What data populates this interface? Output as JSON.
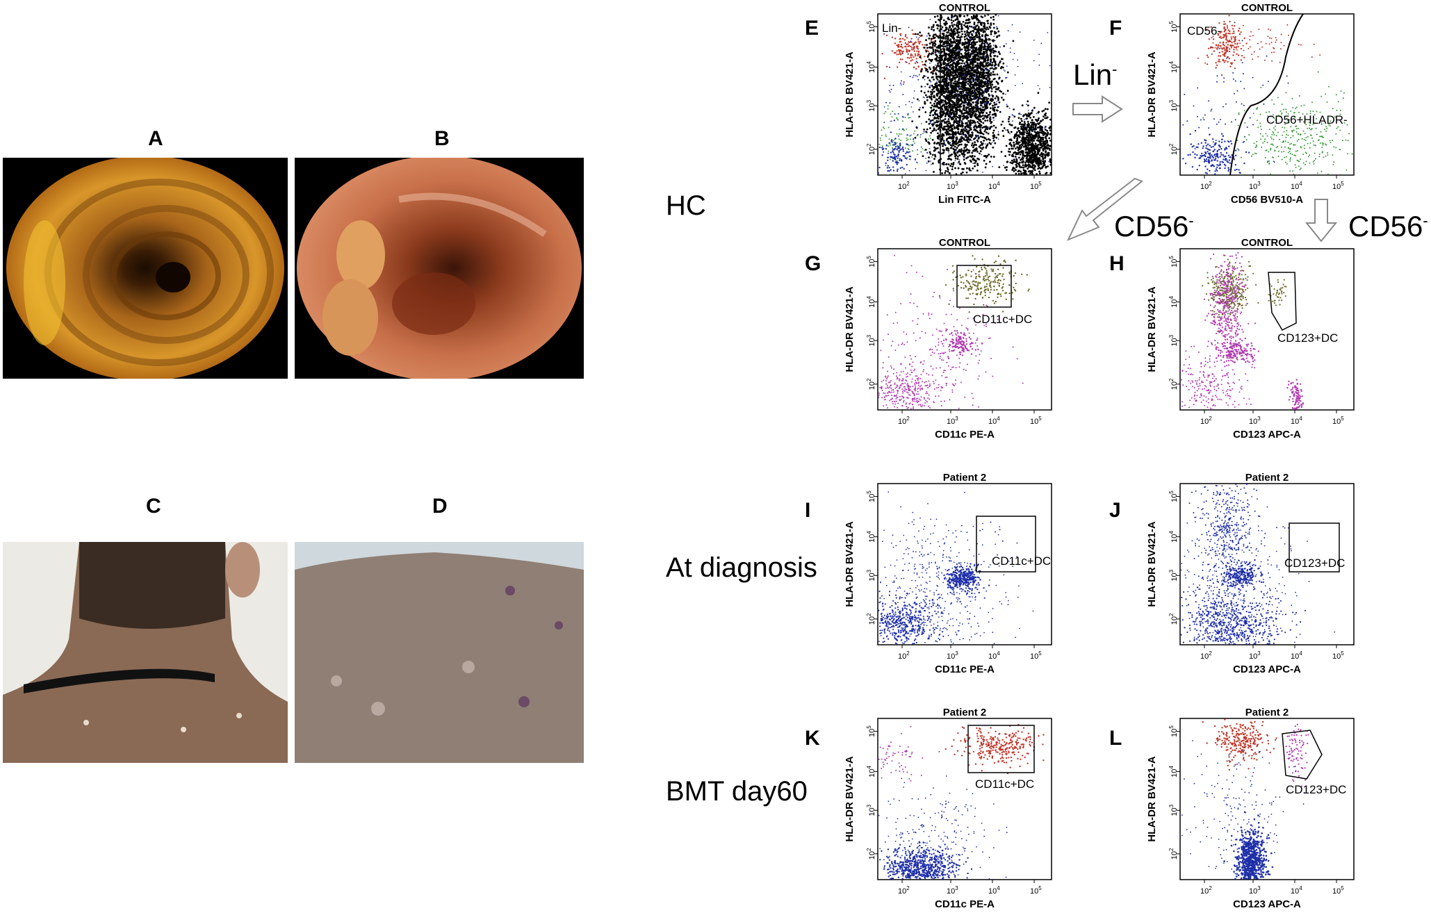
{
  "panel_letters": {
    "A": "A",
    "B": "B",
    "C": "C",
    "D": "D",
    "E": "E",
    "F": "F",
    "G": "G",
    "H": "H",
    "I": "I",
    "J": "J",
    "K": "K",
    "L": "L"
  },
  "rows": {
    "hc": "HC",
    "diag": "At diagnosis",
    "bmt": "BMT day60"
  },
  "arrows": {
    "lin": "Lin",
    "lin_sup": "-",
    "cd56a": "CD56",
    "cd56a_sup": "-",
    "cd56b": "CD56",
    "cd56b_sup": "-"
  },
  "plots": {
    "E": {
      "title": "CONTROL",
      "x": "Lin FITC-A",
      "y": "HLA-DR BV421-A",
      "gate1": "Lin-"
    },
    "F": {
      "title": "CONTROL",
      "x": "CD56 BV510-A",
      "y": "HLA-DR BV421-A",
      "gate1": "CD56-",
      "gate2": "CD56+HLADR-"
    },
    "G": {
      "title": "CONTROL",
      "x": "CD11c PE-A",
      "y": "HLA-DR BV421-A",
      "gate1": "CD11c+DC"
    },
    "H": {
      "title": "CONTROL",
      "x": "CD123 APC-A",
      "y": "HLA-DR BV421-A",
      "gate1": "CD123+DC"
    },
    "I": {
      "title": "Patient 2",
      "x": "CD11c PE-A",
      "y": "HLA-DR BV421-A",
      "gate1": "CD11c+DC"
    },
    "J": {
      "title": "Patient 2",
      "x": "CD123 APC-A",
      "y": "HLA-DR BV421-A",
      "gate1": "CD123+DC"
    },
    "K": {
      "title": "Patient 2",
      "x": "CD11c PE-A",
      "y": "HLA-DR BV421-A",
      "gate1": "CD11c+DC"
    },
    "L": {
      "title": "Patient 2",
      "x": "CD123 APC-A",
      "y": "HLA-DR BV421-A",
      "gate1": "CD123+DC"
    }
  },
  "ticks": {
    "t2": "10",
    "t3": "10",
    "t4": "10",
    "t5": "10",
    "e2": "2",
    "e3": "3",
    "e4": "4",
    "e5": "5"
  },
  "colors": {
    "red": "#c0392b",
    "blue": "#1f2fa8",
    "green": "#3b9a3b",
    "magenta": "#b03ab0",
    "black": "#000000",
    "olive": "#6b6b2a"
  }
}
